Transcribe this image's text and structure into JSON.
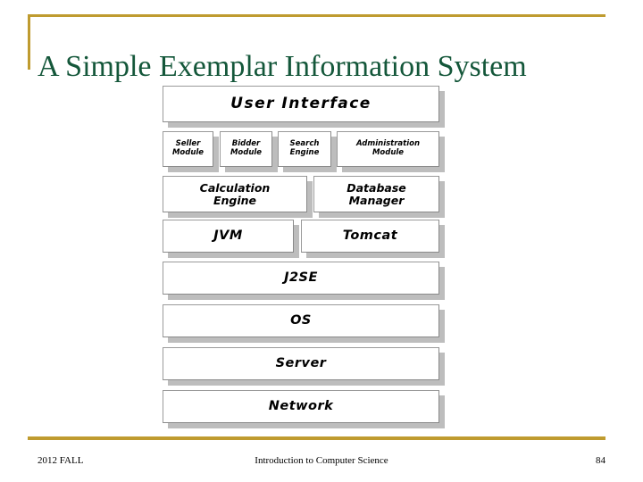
{
  "slide": {
    "title": "A Simple Exemplar Information System",
    "accent_color": "#bf9b2f",
    "title_color": "#14573a",
    "background_color": "#ffffff"
  },
  "diagram": {
    "type": "layered-architecture-stack",
    "box_fill": "#ffffff",
    "box_border": "#9a9a9a",
    "box_shadow": "#bdbdbd",
    "layers": [
      {
        "name": "user-interface",
        "boxes": [
          {
            "label": "User Interface"
          }
        ]
      },
      {
        "name": "modules",
        "boxes": [
          {
            "label": "Seller\nModule",
            "line1": "Seller",
            "line2": "Module"
          },
          {
            "label": "Bidder\nModule",
            "line1": "Bidder",
            "line2": "Module"
          },
          {
            "label": "Search\nEngine",
            "line1": "Search",
            "line2": "Engine"
          },
          {
            "label": "Administration\nModule",
            "line1": "Administration",
            "line2": "Module"
          }
        ]
      },
      {
        "name": "engines",
        "boxes": [
          {
            "label": "Calculation\nEngine",
            "line1": "Calculation",
            "line2": "Engine"
          },
          {
            "label": "Database\nManager",
            "line1": "Database",
            "line2": "Manager"
          }
        ]
      },
      {
        "name": "runtime",
        "boxes": [
          {
            "label": "JVM"
          },
          {
            "label": "Tomcat"
          }
        ]
      },
      {
        "name": "platform",
        "boxes": [
          {
            "label": "J2SE"
          }
        ]
      },
      {
        "name": "operating-system",
        "boxes": [
          {
            "label": "OS"
          }
        ]
      },
      {
        "name": "server",
        "boxes": [
          {
            "label": "Server"
          }
        ]
      },
      {
        "name": "network",
        "boxes": [
          {
            "label": "Network"
          }
        ]
      }
    ]
  },
  "footer": {
    "left": "2012 FALL",
    "center": "Introduction to Computer Science",
    "page_number": "84"
  }
}
